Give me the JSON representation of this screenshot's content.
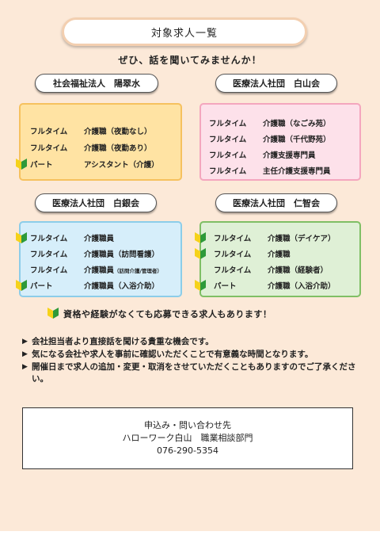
{
  "header": {
    "title": "対象求人一覧",
    "subtitle": "ぜひ、話を聞いてみませんか！"
  },
  "employers": [
    {
      "name": "社会福祉法人　陽翠水",
      "jobs": [
        {
          "type": "フルタイム",
          "role": "介護職（夜勤なし）",
          "beginner": false
        },
        {
          "type": "フルタイム",
          "role": "介護職（夜勤あり）",
          "beginner": false
        },
        {
          "type": "パート",
          "role": "アシスタント（介護）",
          "beginner": true
        }
      ]
    },
    {
      "name": "医療法人社団　白山会",
      "jobs": [
        {
          "type": "フルタイム",
          "role": "介護職（なごみ苑）",
          "beginner": false
        },
        {
          "type": "フルタイム",
          "role": "介護職（千代野苑）",
          "beginner": false
        },
        {
          "type": "フルタイム",
          "role": "介護支援専門員",
          "beginner": false
        },
        {
          "type": "フルタイム",
          "role": "主任介護支援専門員",
          "beginner": false
        }
      ]
    },
    {
      "name": "医療法人社団　白銀会",
      "jobs": [
        {
          "type": "フルタイム",
          "role": "介護職員",
          "beginner": true
        },
        {
          "type": "フルタイム",
          "role": "介護職員（訪問看護）",
          "beginner": false
        },
        {
          "type": "フルタイム",
          "role": "介護職員",
          "role_small": "（訪問介護/管理者）",
          "beginner": false
        },
        {
          "type": "パート",
          "role": "介護職員（入浴介助）",
          "beginner": true
        }
      ]
    },
    {
      "name": "医療法人社団　仁智会",
      "jobs": [
        {
          "type": "フルタイム",
          "role": "介護職（デイケア）",
          "beginner": true
        },
        {
          "type": "フルタイム",
          "role": "介護職",
          "beginner": true
        },
        {
          "type": "フルタイム",
          "role": "介護職（経験者）",
          "beginner": false
        },
        {
          "type": "パート",
          "role": "介護職（入浴介助）",
          "beginner": true
        }
      ]
    }
  ],
  "note": "資格や経験がなくても応募できる求人もあります！",
  "bullets": [
    "会社担当者より直接話を聞ける貴重な機会です。",
    "気になる会社や求人を事前に確認いただくことで有意義な時間となります。",
    "開催日まで求人の追加・変更・取消をさせていただくこともありますのでご了承ください。"
  ],
  "contact": {
    "heading": "申込み・問い合わせ先",
    "office": "ハローワーク白山　職業相談部門",
    "phone": "076-290-5354"
  },
  "colors": {
    "page_bg": "#fce9d8",
    "box_yellow": "#ffe3a3",
    "box_pink": "#fde1ea",
    "box_blue": "#d6eefa",
    "box_green": "#dff0d6",
    "mark_yellow": "#f5d21a",
    "mark_green": "#2e9a3a"
  },
  "icons": {
    "beginner_mark": "beginner-driver-mark-icon",
    "bullet_arrow": "triangle-right-icon"
  }
}
